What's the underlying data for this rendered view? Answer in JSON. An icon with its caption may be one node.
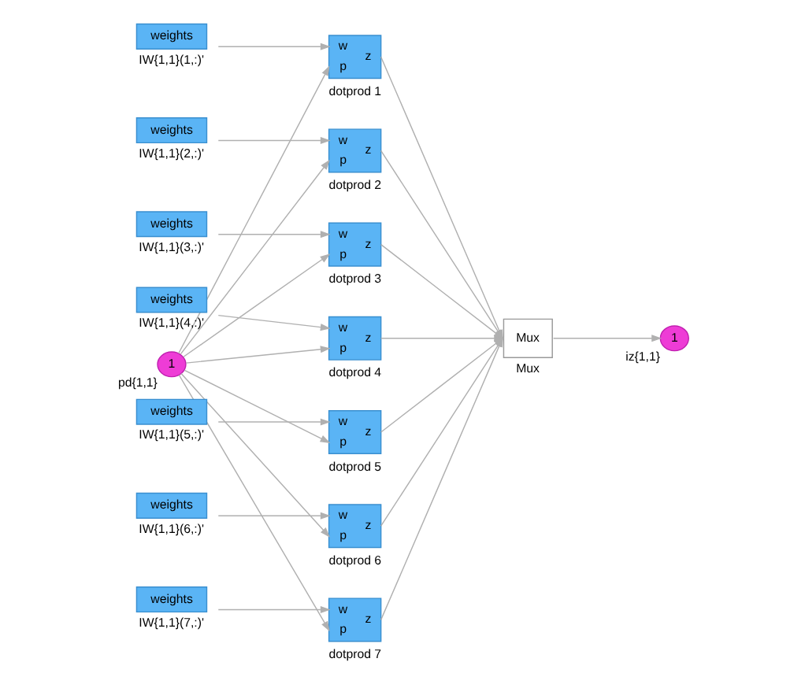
{
  "diagram": {
    "nodes": [
      {
        "text": [
          "1"
        ],
        "beside": [
          "pd{1,1}"
        ]
      },
      {
        "text": [
          "weights"
        ],
        "beside": [
          "IW{1,1}(1,:)'"
        ]
      },
      {
        "text": [
          "w",
          "p",
          "z"
        ],
        "beside": [
          "dotprod 1"
        ]
      },
      {
        "text": [
          "weights"
        ],
        "beside": [
          "IW{1,1}(2,:)'"
        ]
      },
      {
        "text": [
          "w",
          "p",
          "z"
        ],
        "beside": [
          "dotprod 2"
        ]
      },
      {
        "text": [
          "weights"
        ],
        "beside": [
          "IW{1,1}(3,:)'"
        ]
      },
      {
        "text": [
          "w",
          "p",
          "z"
        ],
        "beside": [
          "dotprod 3"
        ]
      },
      {
        "text": [
          "weights"
        ],
        "beside": [
          "IW{1,1}(4,:)'"
        ]
      },
      {
        "text": [
          "w",
          "p",
          "z"
        ],
        "beside": [
          "dotprod 4"
        ]
      },
      {
        "text": [
          "weights"
        ],
        "beside": [
          "IW{1,1}(5,:)'"
        ]
      },
      {
        "text": [
          "w",
          "p",
          "z"
        ],
        "beside": [
          "dotprod 5"
        ]
      },
      {
        "text": [
          "weights"
        ],
        "beside": [
          "IW{1,1}(6,:)'"
        ]
      },
      {
        "text": [
          "w",
          "p",
          "z"
        ],
        "beside": [
          "dotprod 6"
        ]
      },
      {
        "text": [
          "weights"
        ],
        "beside": [
          "IW{1,1}(7,:)'"
        ]
      },
      {
        "text": [
          "w",
          "p",
          "z"
        ],
        "beside": [
          "dotprod 7"
        ]
      },
      {
        "text": [
          "Mux"
        ],
        "beside": [
          "Mux"
        ]
      },
      {
        "text": [
          "1"
        ],
        "beside": [
          "iz{1,1}"
        ]
      }
    ],
    "edges": [
      {
        "from": 1,
        "to": 2,
        "arrow": "to"
      },
      {
        "from": 0,
        "to": 2,
        "arrow": "to"
      },
      {
        "from": 3,
        "to": 4,
        "arrow": "to"
      },
      {
        "from": 0,
        "to": 4,
        "arrow": "to"
      },
      {
        "from": 5,
        "to": 6,
        "arrow": "to"
      },
      {
        "from": 0,
        "to": 6,
        "arrow": "to"
      },
      {
        "from": 7,
        "to": 8,
        "arrow": "to"
      },
      {
        "from": 0,
        "to": 8,
        "arrow": "to"
      },
      {
        "from": 9,
        "to": 10,
        "arrow": "to"
      },
      {
        "from": 0,
        "to": 10,
        "arrow": "to"
      },
      {
        "from": 11,
        "to": 12,
        "arrow": "to"
      },
      {
        "from": 0,
        "to": 12,
        "arrow": "to"
      },
      {
        "from": 13,
        "to": 14,
        "arrow": "to"
      },
      {
        "from": 0,
        "to": 14,
        "arrow": "to"
      },
      {
        "from": 2,
        "to": 15,
        "arrow": "to"
      },
      {
        "from": 4,
        "to": 15,
        "arrow": "to"
      },
      {
        "from": 6,
        "to": 15,
        "arrow": "to"
      },
      {
        "from": 8,
        "to": 15,
        "arrow": "to"
      },
      {
        "from": 10,
        "to": 15,
        "arrow": "to"
      },
      {
        "from": 12,
        "to": 15,
        "arrow": "to"
      },
      {
        "from": 14,
        "to": 15,
        "arrow": "to"
      },
      {
        "from": 15,
        "to": 16,
        "arrow": "to"
      }
    ]
  }
}
